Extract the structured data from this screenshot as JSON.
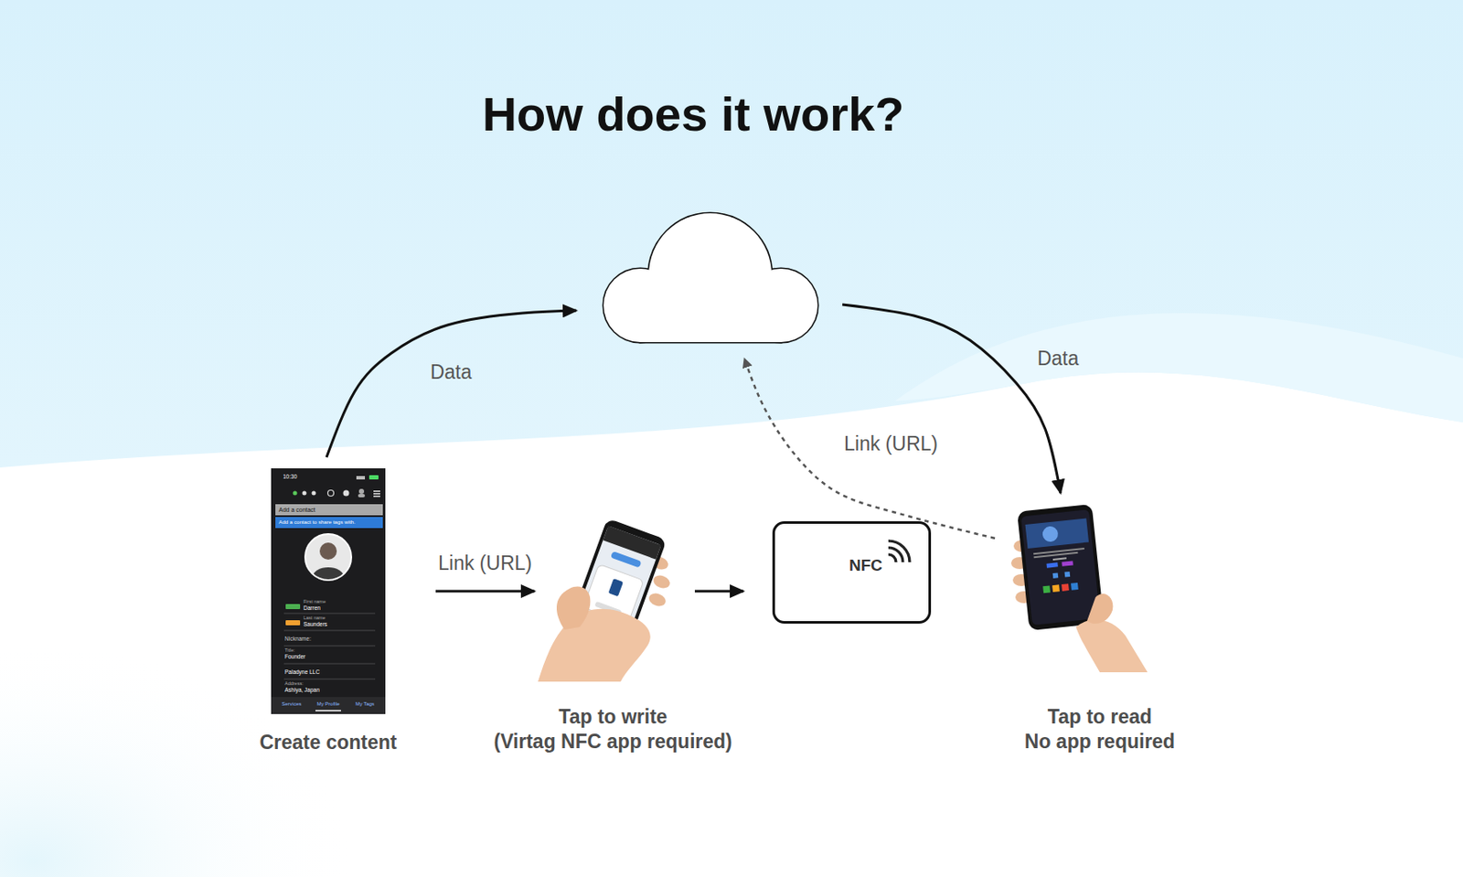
{
  "diagram": {
    "title": "How does it work?",
    "nodes": [
      {
        "text": []
      },
      {
        "text": [
          "Create content"
        ]
      },
      {
        "text": [
          "Tap to write",
          "(Virtag NFC app required)"
        ]
      },
      {
        "text": [
          "NFC"
        ]
      },
      {
        "text": [
          "Tap to read",
          "No app required"
        ]
      }
    ],
    "edges": [
      {
        "from": 1,
        "to": 0,
        "arrow": "to",
        "label": "Data"
      },
      {
        "from": 0,
        "to": 4,
        "arrow": "to",
        "label": "Data"
      },
      {
        "from": 1,
        "to": 2,
        "arrow": "to",
        "label": "Link (URL)"
      },
      {
        "from": 2,
        "to": 3,
        "arrow": "to"
      },
      {
        "from": 4,
        "to": 0,
        "arrow": "to",
        "label": "Link (URL)"
      }
    ],
    "labels": [
      "10:30",
      "Add a contact",
      "Add a contact to share tags with.",
      "First name",
      "Darren",
      "Last name",
      "Saunders",
      "Nickname:",
      "Title:",
      "Founder",
      "Paladyne LLC",
      "Address:",
      "Ashiya, Japan",
      "Services",
      "My Profile",
      "My Tags"
    ]
  }
}
